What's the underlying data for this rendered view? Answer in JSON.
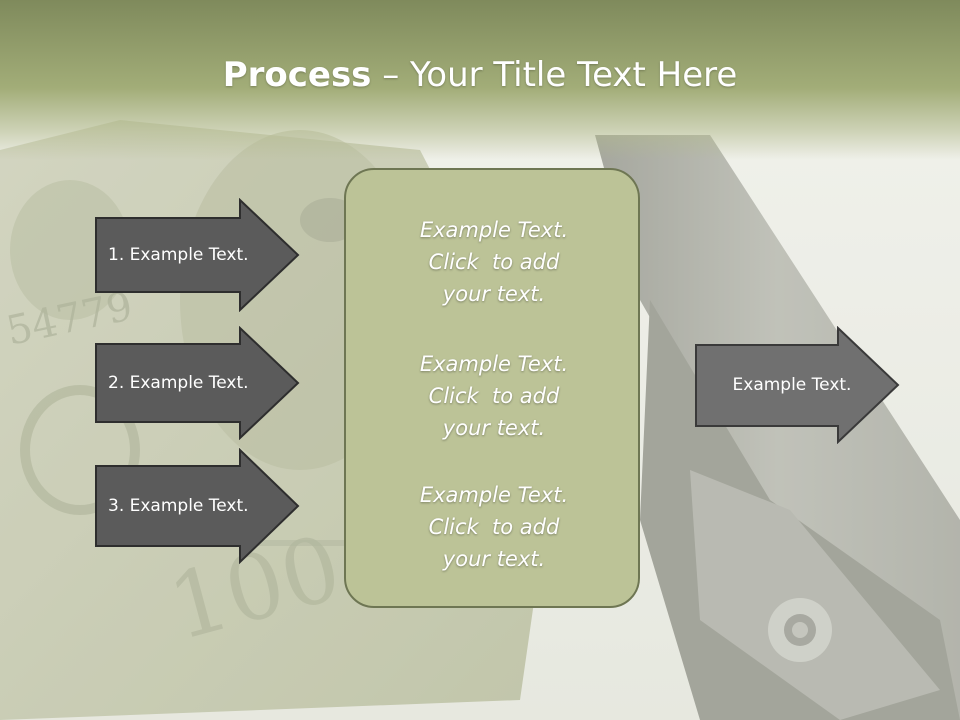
{
  "slide": {
    "title_bold": "Process",
    "title_rest": " – Your Title Text Here"
  },
  "left_arrows": [
    {
      "label": "1. Example Text."
    },
    {
      "label": "2. Example Text."
    },
    {
      "label": "3. Example Text."
    }
  ],
  "center_box": {
    "blocks": [
      {
        "lines": [
          "Example Text.",
          "Click  to add",
          "your text."
        ]
      },
      {
        "lines": [
          "Example Text.",
          "Click  to add",
          "your text."
        ]
      },
      {
        "lines": [
          "Example Text.",
          "Click  to add",
          "your text."
        ]
      }
    ]
  },
  "right_arrow": {
    "label": "Example Text."
  },
  "colors": {
    "title_band": "#a2ad78",
    "arrow_dark": "#5b5b5b",
    "arrow_mid": "#707070",
    "box_fill": "#bcc397",
    "box_border": "#6e7653"
  }
}
